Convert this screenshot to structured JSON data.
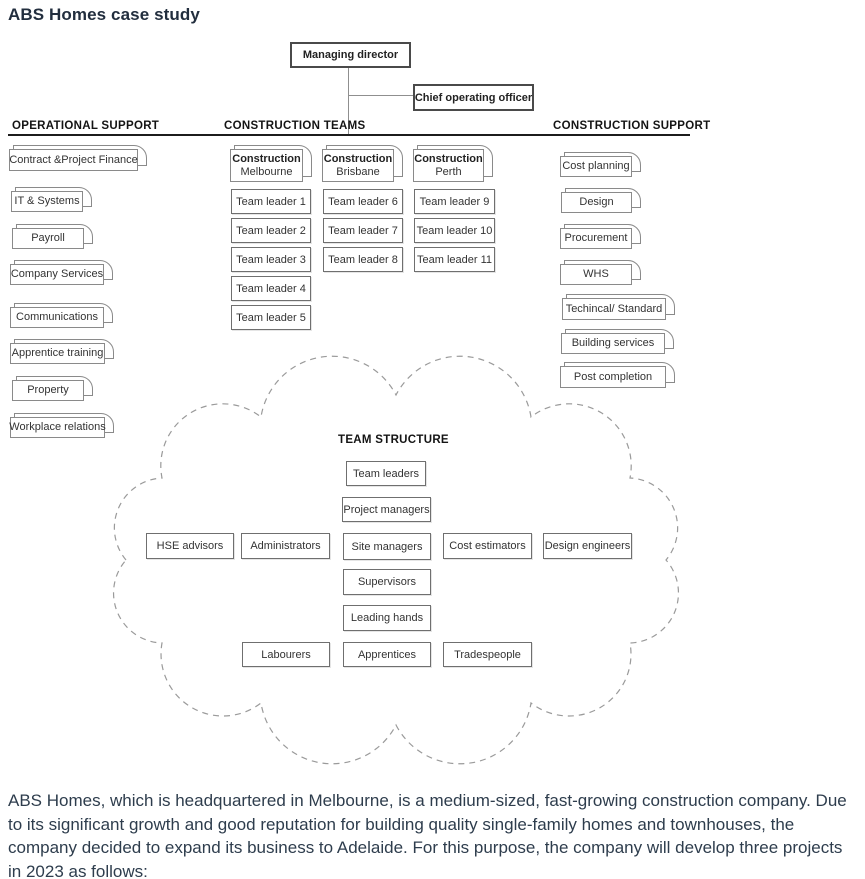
{
  "title": "ABS Homes case study",
  "org": {
    "managing_director": "Managing director",
    "chief_operating_officer": "Chief operating officer"
  },
  "operational_support": {
    "header": "OPERATIONAL SUPPORT",
    "items": [
      "Contract &Project Finance",
      "IT & Systems",
      "Payroll",
      "Company Services",
      "Communications",
      "Apprentice training",
      "Property",
      "Workplace relations"
    ]
  },
  "construction_teams": {
    "header": "CONSTRUCTION TEAMS",
    "teams": [
      {
        "line1": "Construction",
        "line2": "Melbourne",
        "leaders": [
          "Team leader 1",
          "Team leader 2",
          "Team leader 3",
          "Team leader 4",
          "Team leader 5"
        ]
      },
      {
        "line1": "Construction",
        "line2": "Brisbane",
        "leaders": [
          "Team leader 6",
          "Team leader 7",
          "Team leader 8"
        ]
      },
      {
        "line1": "Construction",
        "line2": "Perth",
        "leaders": [
          "Team leader 9",
          "Team leader 10",
          "Team leader 11"
        ]
      }
    ]
  },
  "construction_support": {
    "header": "CONSTRUCTION SUPPORT",
    "items": [
      "Cost planning",
      "Design",
      "Procurement",
      "WHS",
      "Techincal/ Standard",
      "Building services",
      "Post completion"
    ]
  },
  "team_structure": {
    "title": "TEAM STRUCTURE",
    "roles": [
      "Team leaders",
      "Project managers",
      "HSE advisors",
      "Administrators",
      "Site managers",
      "Cost estimators",
      "Design engineers",
      "Supervisors",
      "Leading hands",
      "Labourers",
      "Apprentices",
      "Tradespeople"
    ]
  },
  "paragraph": "ABS Homes, which is headquartered in Melbourne, is a medium-sized, fast-growing construction company. Due to its significant growth and good reputation for building quality single-family homes and townhouses, the company decided to expand its business to Adelaide. For this purpose, the company will develop three projects in 2023 as follows:",
  "colors": {
    "box_border": "#8a8a8a",
    "strong_border": "#4a4a4a",
    "rule": "#1c1c1c",
    "heading_text": "#222e3e",
    "body_text": "#2e3d4d"
  }
}
